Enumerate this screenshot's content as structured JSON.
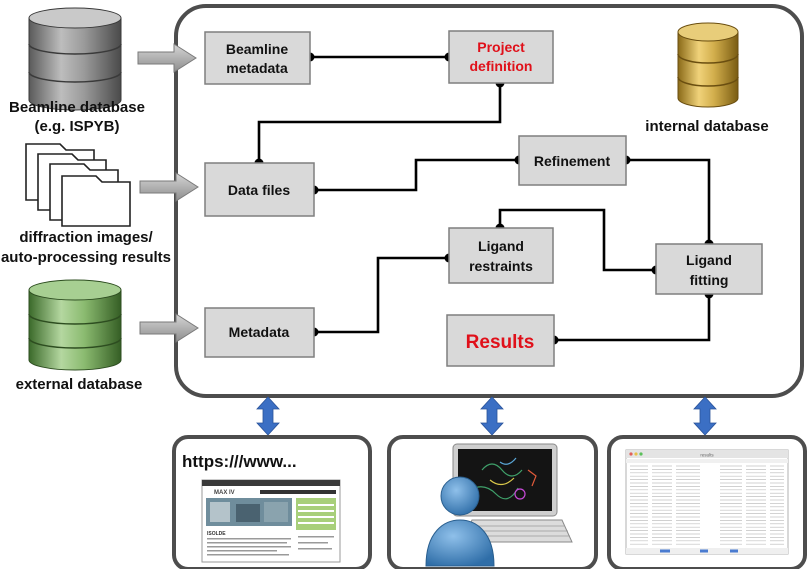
{
  "sources": {
    "beamline_db": {
      "line1": "Beamline database",
      "line2": "(e.g. ISPYB)"
    },
    "diffraction": {
      "line1": "diffraction images/",
      "line2": "auto-processing results"
    },
    "external_db": {
      "line1": "external database"
    }
  },
  "internal_db": {
    "label": "internal database"
  },
  "boxes": {
    "beamline_metadata": {
      "line1": "Beamline",
      "line2": "metadata"
    },
    "project_definition": {
      "line1": "Project",
      "line2": "definition"
    },
    "data_files": {
      "line1": "Data files"
    },
    "refinement": {
      "line1": "Refinement"
    },
    "ligand_restraints": {
      "line1": "Ligand",
      "line2": "restraints"
    },
    "ligand_fitting": {
      "line1": "Ligand",
      "line2": "fitting"
    },
    "metadata": {
      "line1": "Metadata"
    },
    "results": {
      "line1": "Results"
    }
  },
  "bottom": {
    "web": {
      "url": "https:///www...",
      "logo": "MAX IV",
      "heading": "ISOLDE"
    },
    "spreadsheet": {
      "title": "results"
    }
  },
  "colors": {
    "box_fill": "#d9d9d9",
    "red_text": "#e0101a",
    "db_gray": "#7f7f7f",
    "db_gold": "#c9a640",
    "db_green": "#7aa860",
    "arrow_blue": "#3b6fc4",
    "panel_border": "#4d4d4d"
  },
  "icons": [
    "database-icon",
    "file-stack-icon",
    "arrow-right-icon",
    "double-arrow-icon",
    "user-icon",
    "monitor-icon",
    "keyboard-icon",
    "browser-icon",
    "spreadsheet-icon"
  ]
}
